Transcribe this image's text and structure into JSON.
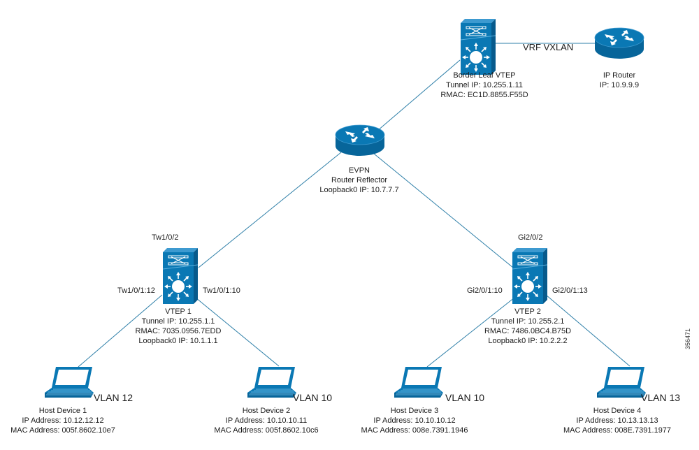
{
  "diagram": {
    "figure_id": "356471",
    "colors": {
      "device": "#0a78b4",
      "device_dark": "#07659a",
      "line": "#2e7fa8",
      "text": "#1a1a1a"
    },
    "nodes": {
      "border_leaf": {
        "type": "switch-l3",
        "lines": [
          "Border Leaf VTEP",
          "Tunnel IP: 10.255.1.11",
          "RMAC: EC1D.8855.F55D"
        ]
      },
      "ip_router": {
        "type": "router",
        "lines": [
          "IP Router",
          "IP: 10.9.9.9"
        ]
      },
      "route_reflector": {
        "type": "router",
        "lines": [
          "EVPN",
          "Router Reflector",
          "Loopback0 IP: 10.7.7.7"
        ]
      },
      "vtep1": {
        "type": "switch-l3",
        "uplink_port": "Tw1/0/2",
        "left_port": "Tw1/0/1:12",
        "right_port": "Tw1/0/1:10",
        "lines": [
          "VTEP 1",
          "Tunnel IP: 10.255.1.1",
          "RMAC: 7035.0956.7EDD",
          "Loopback0 IP: 10.1.1.1"
        ]
      },
      "vtep2": {
        "type": "switch-l3",
        "uplink_port": "Gi2/0/2",
        "left_port": "Gi2/0/1:10",
        "right_port": "Gi2/0/1:13",
        "lines": [
          "VTEP 2",
          "Tunnel IP: 10.255.2.1",
          "RMAC: 7486.0BC4.B75D",
          "Loopback0 IP: 10.2.2.2"
        ]
      },
      "host1": {
        "type": "laptop",
        "vlan": "VLAN 12",
        "lines": [
          "Host Device 1",
          "IP Address: 10.12.12.12",
          "MAC Address: 005f.8602.10e7"
        ]
      },
      "host2": {
        "type": "laptop",
        "vlan": "VLAN 10",
        "lines": [
          "Host Device 2",
          "IP Address: 10.10.10.11",
          "MAC Address: 005f.8602.10c6"
        ]
      },
      "host3": {
        "type": "laptop",
        "vlan": "VLAN 10",
        "lines": [
          "Host Device 3",
          "IP Address: 10.10.10.12",
          "MAC Address: 008e.7391.1946"
        ]
      },
      "host4": {
        "type": "laptop",
        "vlan": "VLAN 13",
        "lines": [
          "Host Device 4",
          "IP Address: 10.13.13.13",
          "MAC Address: 008E.7391.1977"
        ]
      }
    },
    "links": [
      {
        "from": "border_leaf",
        "to": "ip_router",
        "label": "VRF VXLAN"
      },
      {
        "from": "border_leaf",
        "to": "route_reflector",
        "label": ""
      },
      {
        "from": "route_reflector",
        "to": "vtep1",
        "label": ""
      },
      {
        "from": "route_reflector",
        "to": "vtep2",
        "label": ""
      },
      {
        "from": "vtep1",
        "to": "host1",
        "label": ""
      },
      {
        "from": "vtep1",
        "to": "host2",
        "label": ""
      },
      {
        "from": "vtep2",
        "to": "host3",
        "label": ""
      },
      {
        "from": "vtep2",
        "to": "host4",
        "label": ""
      }
    ]
  }
}
